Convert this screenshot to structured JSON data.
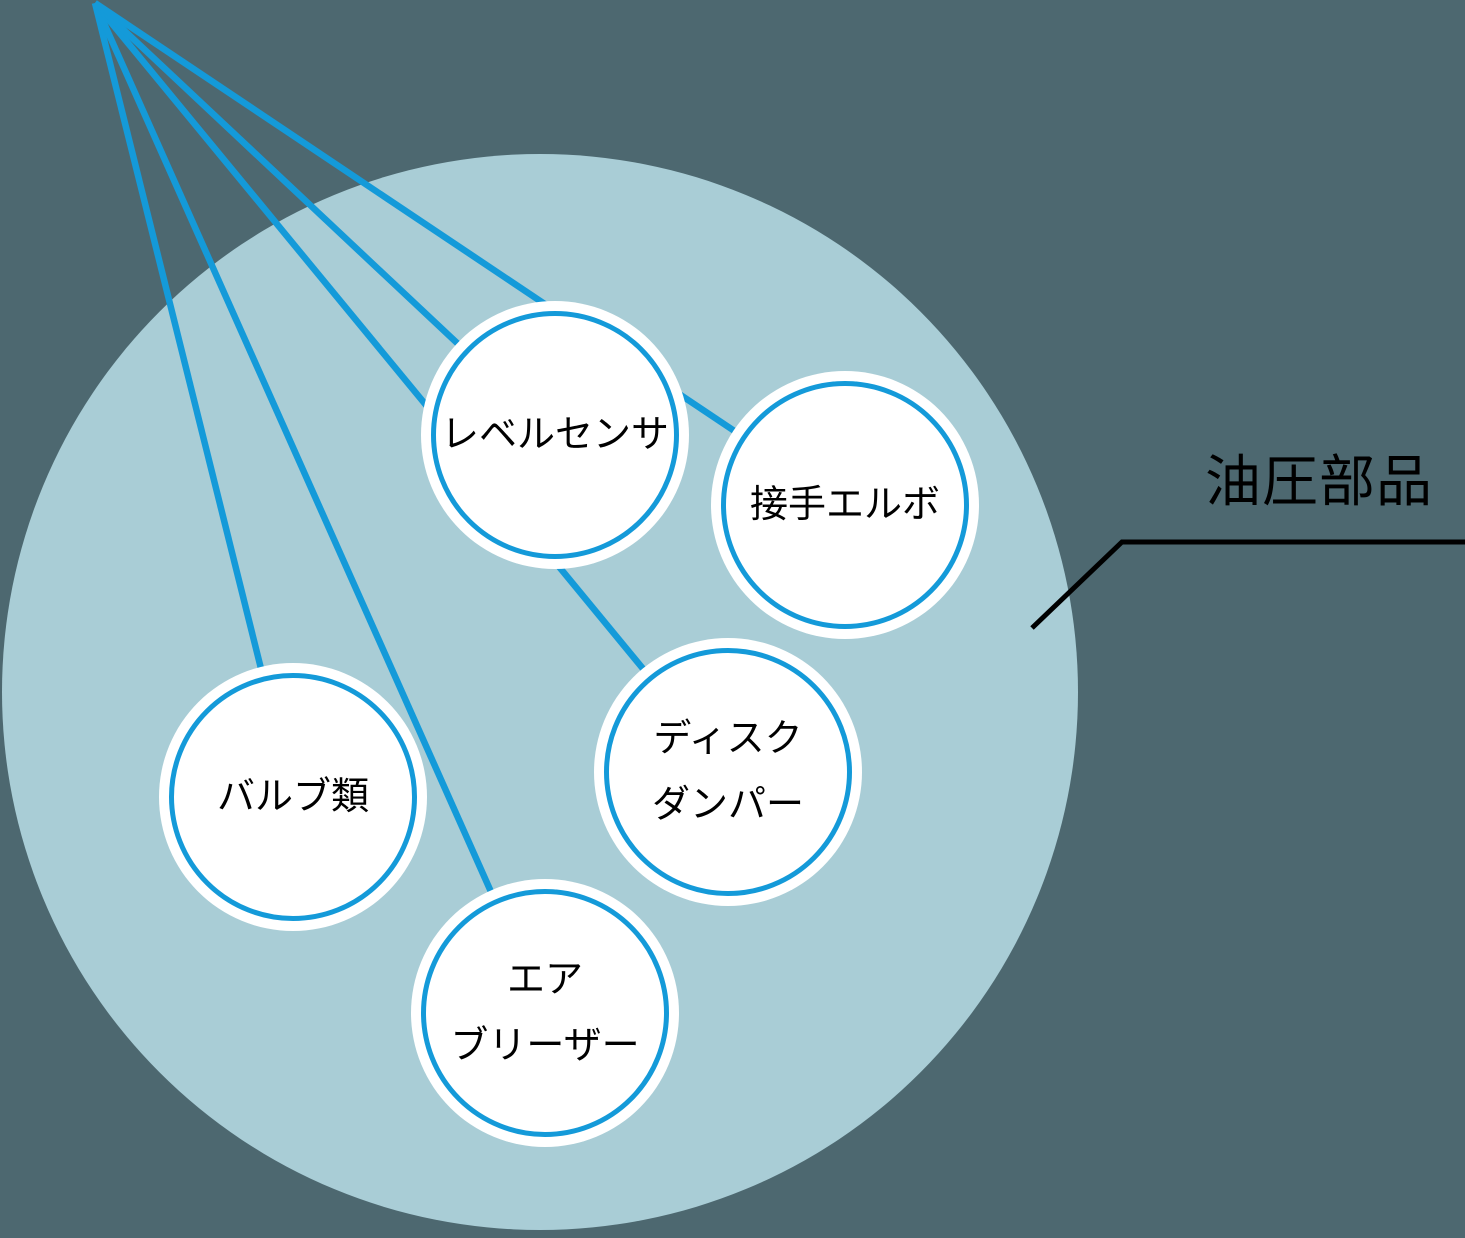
{
  "diagram": {
    "group_label": "油圧部品",
    "nodes": [
      {
        "id": "level-sensor",
        "lines": [
          "レベルセンサ"
        ]
      },
      {
        "id": "joint-elbow",
        "lines": [
          "接手エルボ"
        ]
      },
      {
        "id": "valves",
        "lines": [
          "バルブ類"
        ]
      },
      {
        "id": "disc-damper",
        "lines": [
          "ディスク",
          "ダンパー"
        ]
      },
      {
        "id": "air-breather",
        "lines": [
          "エア",
          "ブリーザー"
        ]
      }
    ],
    "colors": {
      "background": "#4d6870",
      "group_fill": "#a9cdd6",
      "connector": "#149ad9",
      "node_fill": "#ffffff",
      "node_border": "#149ad9",
      "label_text": "#000000",
      "leader_line": "#000000"
    }
  }
}
